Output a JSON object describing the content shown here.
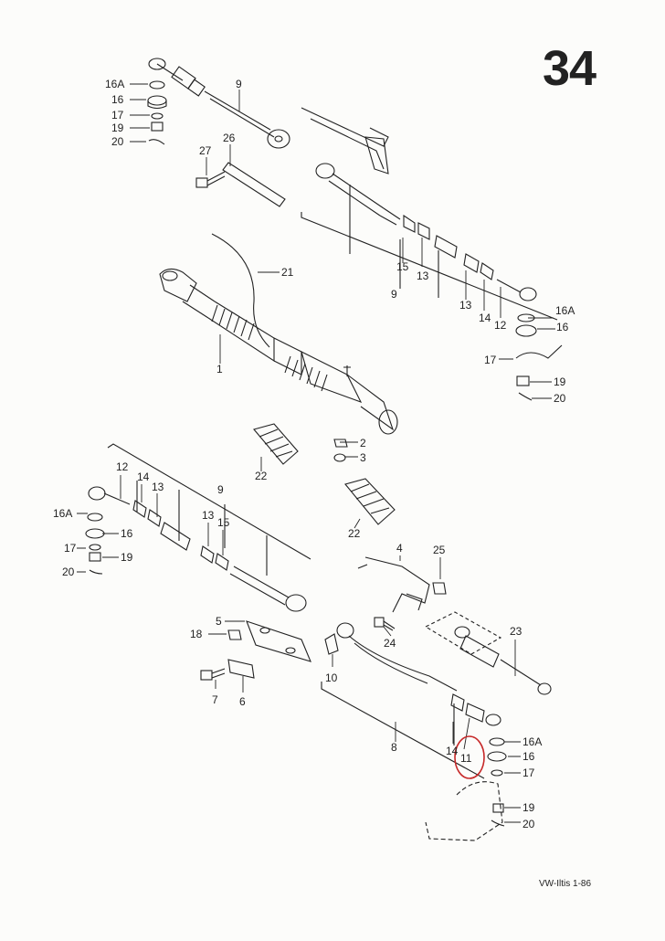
{
  "page": {
    "number": "34",
    "footer": "VW-Iltis 1-86"
  },
  "highlight": {
    "color": "#c62828",
    "label": "11"
  },
  "callouts": [
    {
      "id": "c-top-16a",
      "text": "16A"
    },
    {
      "id": "c-top-16",
      "text": "16"
    },
    {
      "id": "c-top-17",
      "text": "17"
    },
    {
      "id": "c-top-19",
      "text": "19"
    },
    {
      "id": "c-top-20",
      "text": "20"
    },
    {
      "id": "c-top-9",
      "text": "9"
    },
    {
      "id": "c-27",
      "text": "27"
    },
    {
      "id": "c-26",
      "text": "26"
    },
    {
      "id": "c-21",
      "text": "21"
    },
    {
      "id": "c-1",
      "text": "1"
    },
    {
      "id": "c-r-15",
      "text": "15"
    },
    {
      "id": "c-r-13a",
      "text": "13"
    },
    {
      "id": "c-r-9",
      "text": "9"
    },
    {
      "id": "c-r-13b",
      "text": "13"
    },
    {
      "id": "c-r-14",
      "text": "14"
    },
    {
      "id": "c-r-12",
      "text": "12"
    },
    {
      "id": "c-r-16a",
      "text": "16A"
    },
    {
      "id": "c-r-16",
      "text": "16"
    },
    {
      "id": "c-r-17",
      "text": "17"
    },
    {
      "id": "c-r-19",
      "text": "19"
    },
    {
      "id": "c-r-20",
      "text": "20"
    },
    {
      "id": "c-2",
      "text": "2"
    },
    {
      "id": "c-3",
      "text": "3"
    },
    {
      "id": "c-22a",
      "text": "22"
    },
    {
      "id": "c-22b",
      "text": "22"
    },
    {
      "id": "c-l-12",
      "text": "12"
    },
    {
      "id": "c-l-14",
      "text": "14"
    },
    {
      "id": "c-l-13a",
      "text": "13"
    },
    {
      "id": "c-l-9",
      "text": "9"
    },
    {
      "id": "c-l-16a",
      "text": "16A"
    },
    {
      "id": "c-l-16",
      "text": "16"
    },
    {
      "id": "c-l-17",
      "text": "17"
    },
    {
      "id": "c-l-19",
      "text": "19"
    },
    {
      "id": "c-l-20",
      "text": "20"
    },
    {
      "id": "c-l-13b",
      "text": "13"
    },
    {
      "id": "c-l-15",
      "text": "15"
    },
    {
      "id": "c-4",
      "text": "4"
    },
    {
      "id": "c-25",
      "text": "25"
    },
    {
      "id": "c-5",
      "text": "5"
    },
    {
      "id": "c-18",
      "text": "18"
    },
    {
      "id": "c-24",
      "text": "24"
    },
    {
      "id": "c-23",
      "text": "23"
    },
    {
      "id": "c-10",
      "text": "10"
    },
    {
      "id": "c-7",
      "text": "7"
    },
    {
      "id": "c-6",
      "text": "6"
    },
    {
      "id": "c-8",
      "text": "8"
    },
    {
      "id": "c-14b",
      "text": "14"
    },
    {
      "id": "c-11",
      "text": "11"
    },
    {
      "id": "c-b-16a",
      "text": "16A"
    },
    {
      "id": "c-b-16",
      "text": "16"
    },
    {
      "id": "c-b-17",
      "text": "17"
    },
    {
      "id": "c-b-19",
      "text": "19"
    },
    {
      "id": "c-b-20",
      "text": "20"
    }
  ]
}
